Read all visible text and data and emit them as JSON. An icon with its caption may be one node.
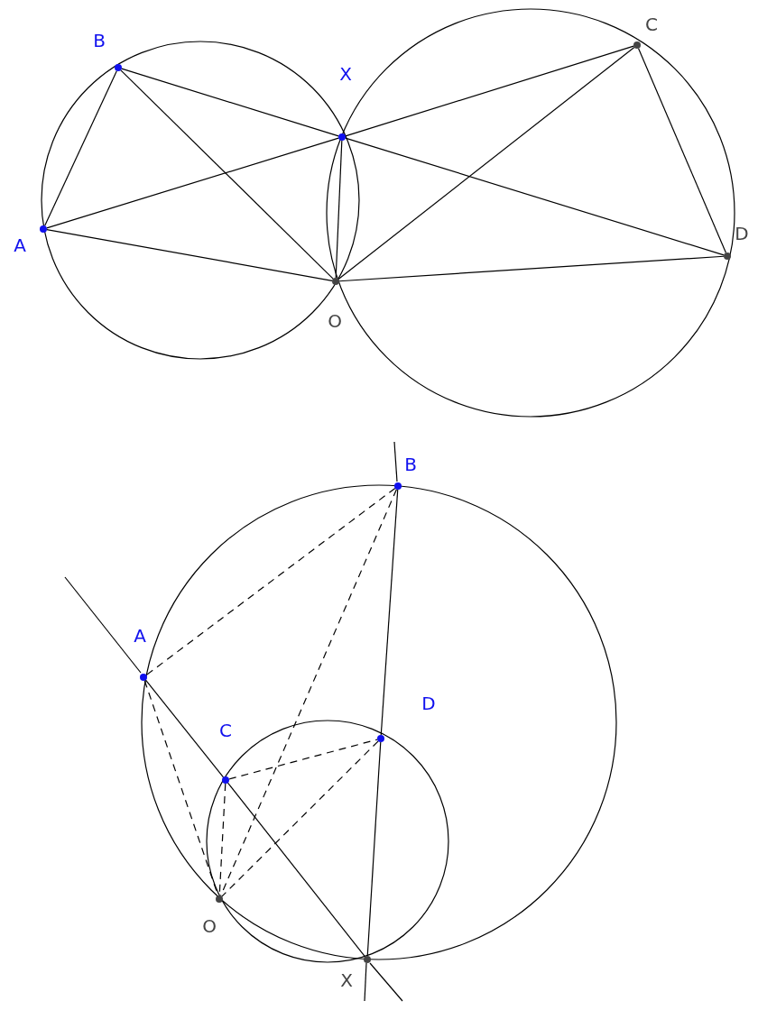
{
  "diagram": {
    "nodes": [
      {
        "text": [
          "B"
        ]
      },
      {
        "text": [
          "X"
        ]
      },
      {
        "text": [
          "C"
        ]
      },
      {
        "text": [
          "A"
        ]
      },
      {
        "text": [
          "D"
        ]
      },
      {
        "text": [
          "O"
        ]
      },
      {
        "text": [
          "B"
        ]
      },
      {
        "text": [
          "A"
        ]
      },
      {
        "text": [
          "D"
        ]
      },
      {
        "text": [
          "C"
        ]
      },
      {
        "text": [
          "O"
        ]
      },
      {
        "text": [
          "X"
        ]
      }
    ],
    "edges": [
      {
        "from": 3,
        "to": 0,
        "arrow": "none"
      },
      {
        "from": 0,
        "to": 1,
        "arrow": "none"
      },
      {
        "from": 1,
        "to": 4,
        "arrow": "none"
      },
      {
        "from": 3,
        "to": 1,
        "arrow": "none"
      },
      {
        "from": 1,
        "to": 2,
        "arrow": "none"
      },
      {
        "from": 0,
        "to": 5,
        "arrow": "none"
      },
      {
        "from": 3,
        "to": 5,
        "arrow": "none"
      },
      {
        "from": 1,
        "to": 5,
        "arrow": "none"
      },
      {
        "from": 2,
        "to": 5,
        "arrow": "none"
      },
      {
        "from": 2,
        "to": 4,
        "arrow": "none"
      },
      {
        "from": 5,
        "to": 4,
        "arrow": "none"
      },
      {
        "from": 7,
        "to": 9,
        "arrow": "none"
      },
      {
        "from": 9,
        "to": 11,
        "arrow": "none"
      },
      {
        "from": 6,
        "to": 8,
        "arrow": "none"
      },
      {
        "from": 8,
        "to": 11,
        "arrow": "none"
      },
      {
        "from": 6,
        "to": 7,
        "arrow": "none",
        "style": "dashed"
      },
      {
        "from": 6,
        "to": 10,
        "arrow": "none",
        "style": "dashed"
      },
      {
        "from": 7,
        "to": 10,
        "arrow": "none",
        "style": "dashed"
      },
      {
        "from": 9,
        "to": 10,
        "arrow": "none",
        "style": "dashed"
      },
      {
        "from": 9,
        "to": 8,
        "arrow": "none",
        "style": "dashed"
      },
      {
        "from": 8,
        "to": 10,
        "arrow": "none",
        "style": "dashed"
      }
    ]
  }
}
